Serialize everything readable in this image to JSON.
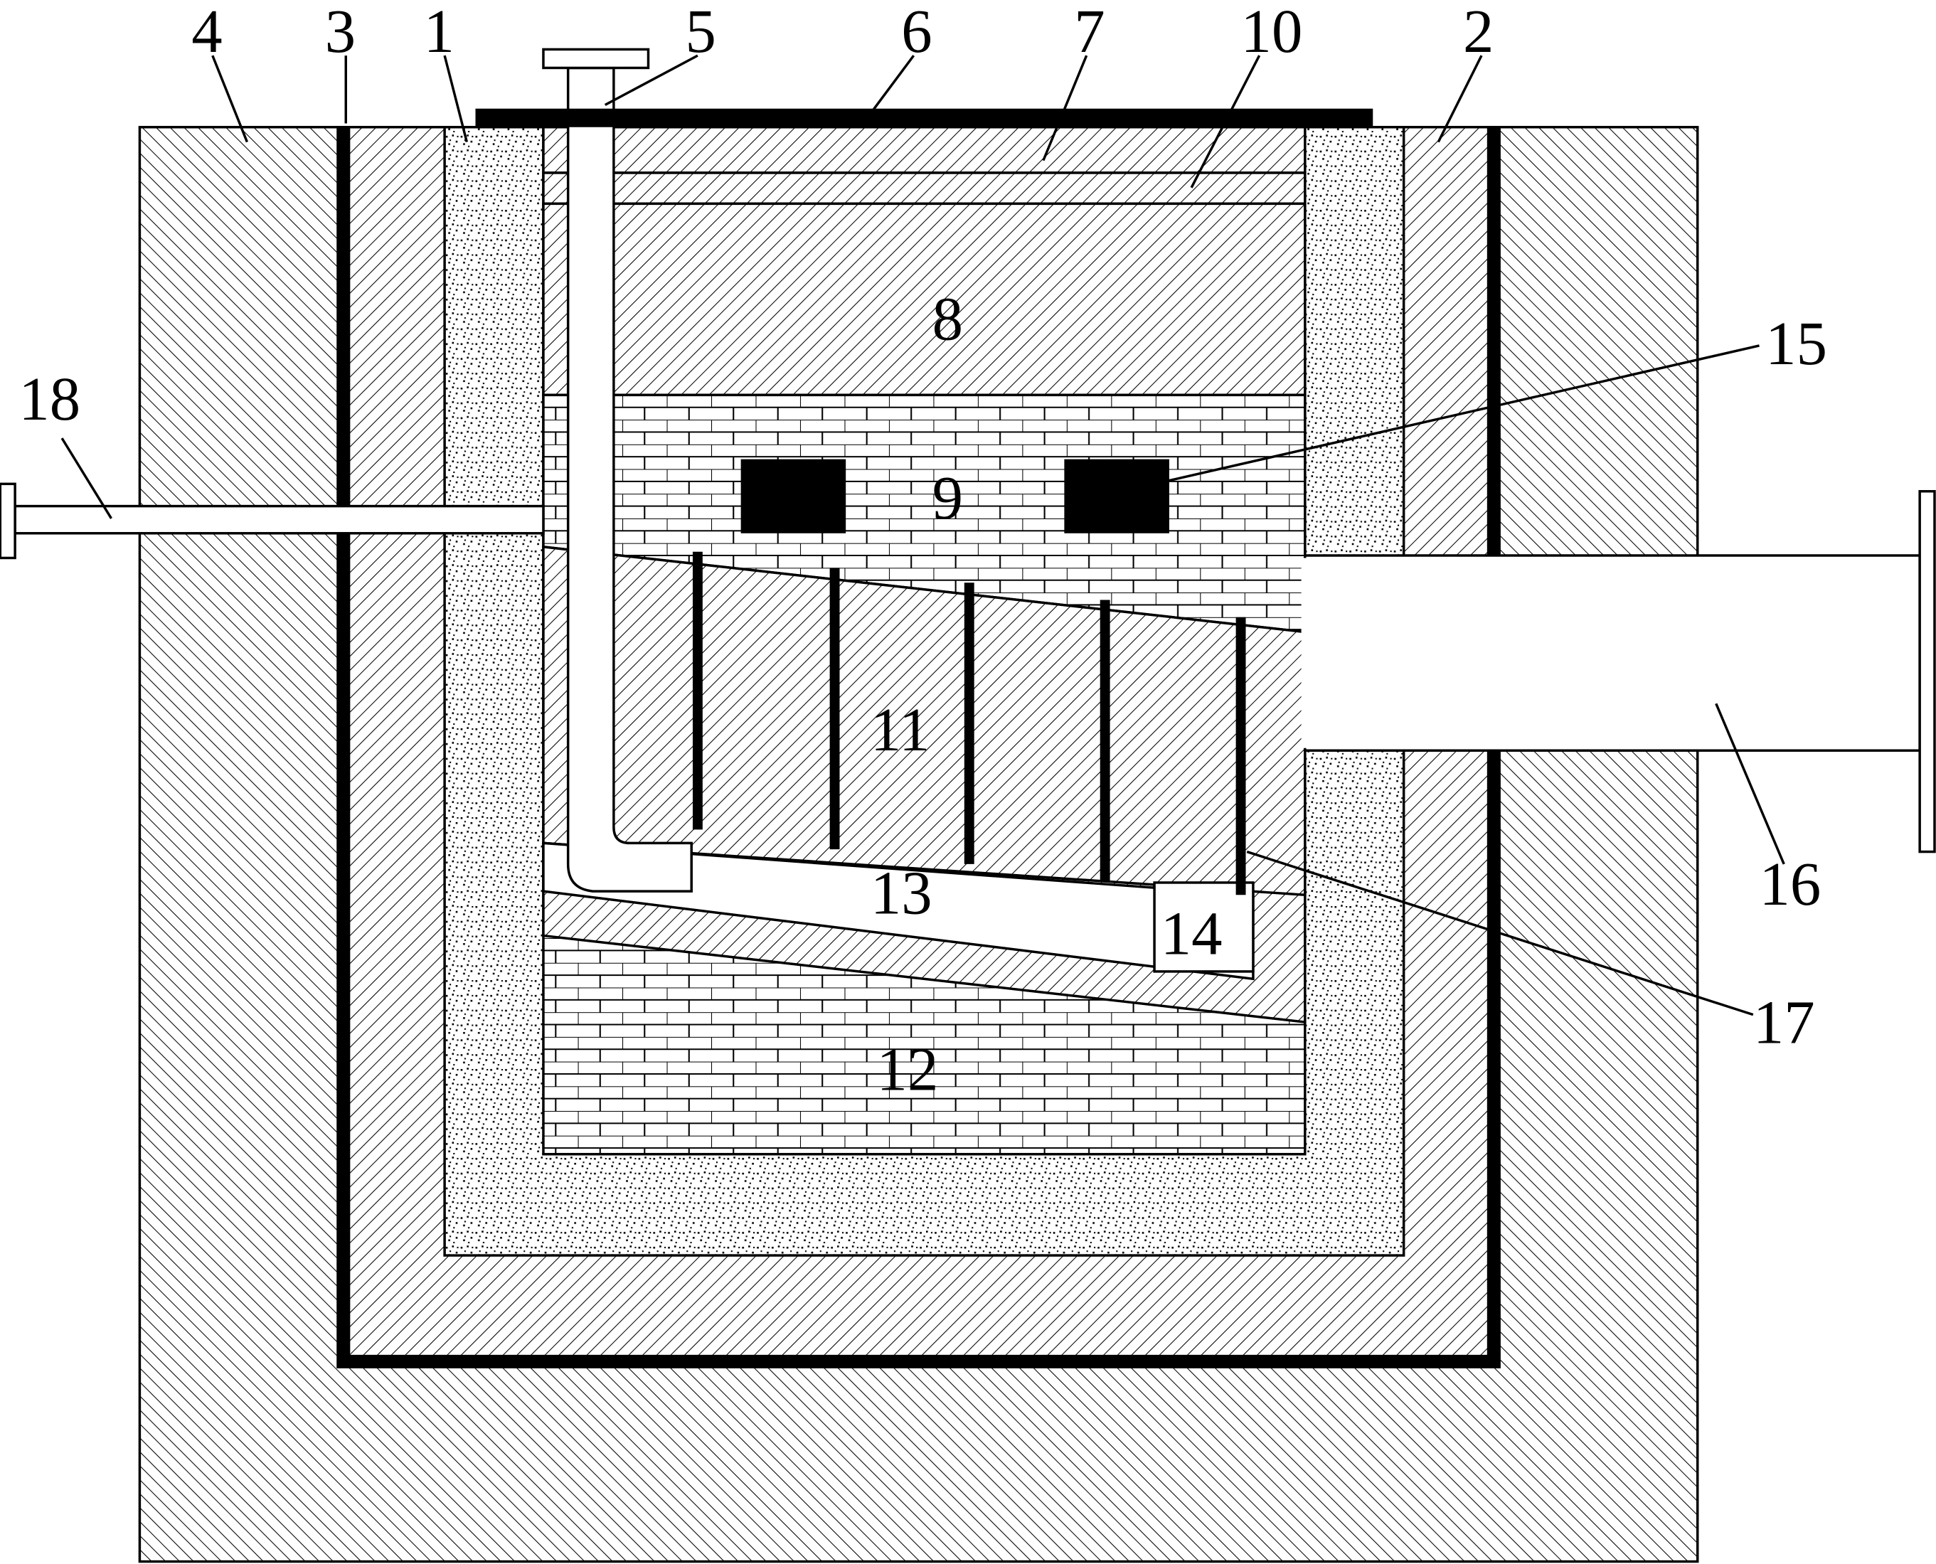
{
  "labels": {
    "l1": "1",
    "l2": "2",
    "l3": "3",
    "l4": "4",
    "l5": "5",
    "l6": "6",
    "l7": "7",
    "l8": "8",
    "l9": "9",
    "l10": "10",
    "l11": "11",
    "l12": "12",
    "l13": "13",
    "l14": "14",
    "l15": "15",
    "l16": "16",
    "l17": "17",
    "l18": "18"
  },
  "colors": {
    "ink": "#000000",
    "paper": "#ffffff"
  }
}
